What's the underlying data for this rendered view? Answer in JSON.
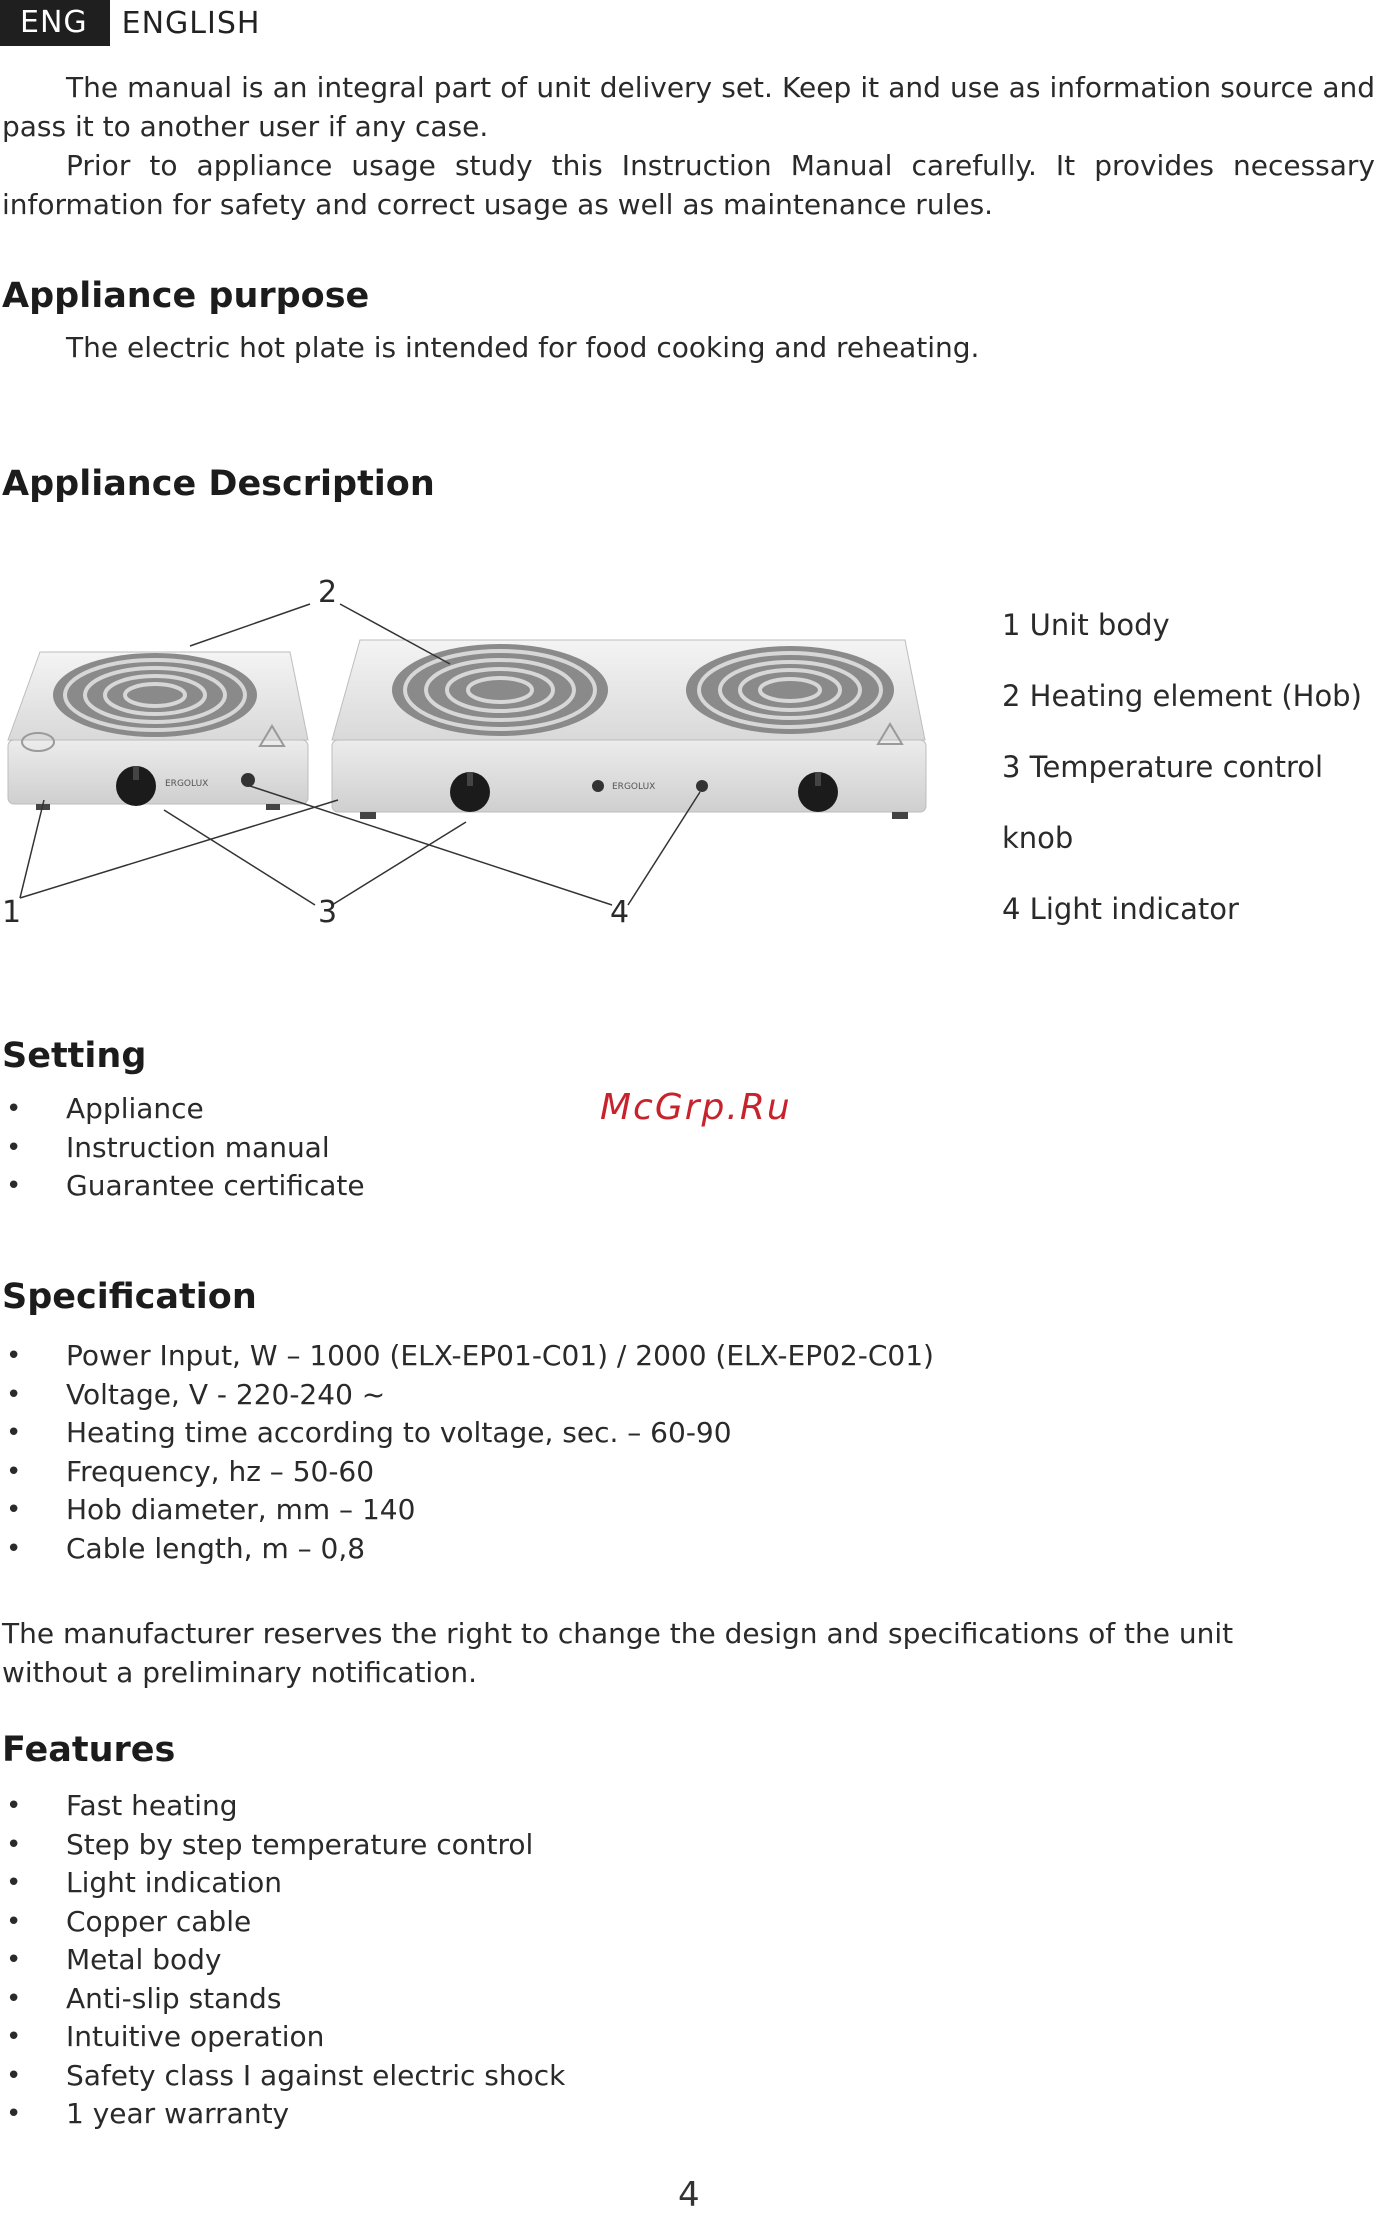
{
  "header": {
    "lang_code": "ENG",
    "lang_name": "ENGLISH"
  },
  "intro": {
    "p1": "The manual is an integral part of unit delivery set. Keep it and use as information source and pass it to another user if any case.",
    "p2": "Prior to appliance usage study this Instruction Manual carefully. It provides necessary information for safety and correct usage as well as maintenance rules."
  },
  "purpose": {
    "heading": "Appliance purpose",
    "text": "The electric hot plate is intended for food cooking and reheating."
  },
  "description": {
    "heading": "Appliance Description",
    "legend": [
      "1 Unit body",
      "2 Heating element (Hob)",
      "3 Temperature control knob",
      "4 Light indicator"
    ],
    "callouts": [
      "1",
      "2",
      "3",
      "4"
    ],
    "brand": "ERGOLUX"
  },
  "setting": {
    "heading": "Setting",
    "items": [
      "Appliance",
      "Instruction manual",
      "Guarantee certificate"
    ]
  },
  "watermark": "McGrp.Ru",
  "specification": {
    "heading": "Specification",
    "items": [
      "Power Input, W – 1000 (ELX-EP01-C01) / 2000 (ELX-EP02-C01)",
      "Voltage, V - 220-240 ~",
      "Heating time according to voltage, sec. – 60-90",
      "Frequency, hz – 50-60",
      "Hob diameter, mm – 140",
      "Cable length, m – 0,8"
    ],
    "note": "The manufacturer reserves the right to change the design and specifications of the unit without a preliminary notification."
  },
  "features": {
    "heading": "Features",
    "items": [
      "Fast heating",
      "Step by step temperature control",
      "Light indication",
      "Copper cable",
      "Metal body",
      "Anti-slip stands",
      "Intuitive operation",
      "Safety class I against electric shock",
      "1 year warranty"
    ]
  },
  "page_number": "4"
}
